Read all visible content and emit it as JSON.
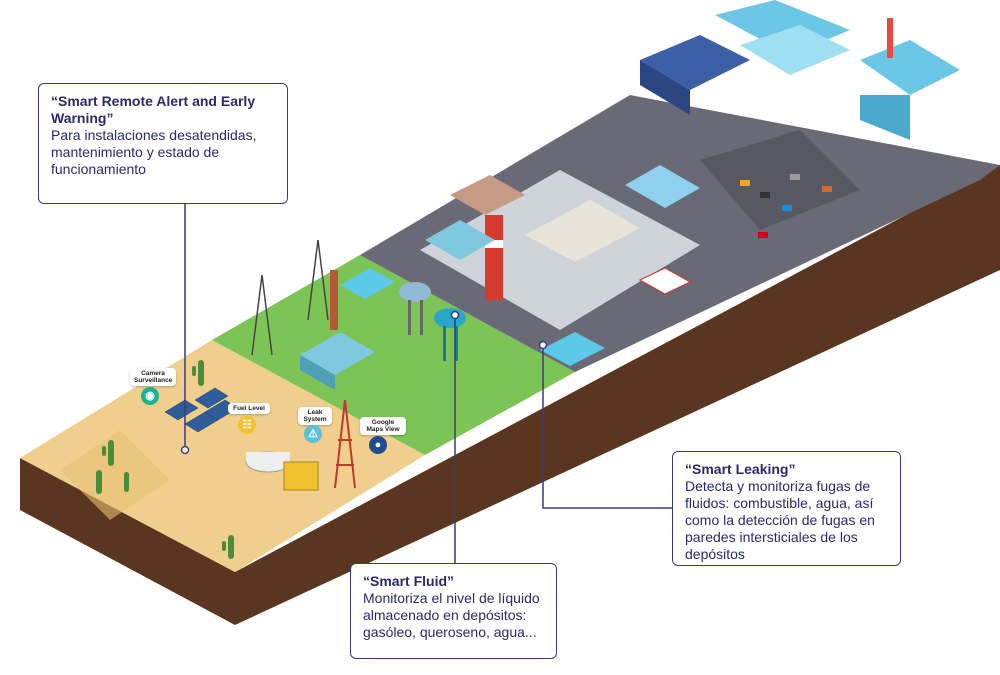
{
  "callouts": {
    "remote_alert": {
      "title": "“Smart Remote Alert and Early Warning”",
      "description": "Para instalaciones desatendidas, mantenimiento y estado de funcionamiento"
    },
    "leaking": {
      "title": "“Smart Leaking”",
      "description": "Detecta y monitoriza fugas de fluidos: combustible, agua, así como la detección de fugas en paredes intersticiales de los depósitos"
    },
    "fluid": {
      "title": "“Smart Fluid”",
      "description": "Monitoriza el nivel de líquido almacenado en depósitos: gasóleo, queroseno, agua..."
    }
  },
  "map_labels": {
    "camera": "Camera Surveillance",
    "fuel": "Fuel Level",
    "leak": "Leak System",
    "maps": "Google Maps View"
  },
  "icons": {
    "camera": "camera-icon",
    "fuel": "fuel-gauge-icon",
    "leak": "warning-icon",
    "maps": "map-pin-icon"
  },
  "colors": {
    "callout_border": "#3a3a7a",
    "callout_text": "#2a2a6a",
    "desert": "#f0cf8e",
    "grass": "#7cc456",
    "asphalt": "#5f5f6a",
    "soil": "#5a3520"
  }
}
